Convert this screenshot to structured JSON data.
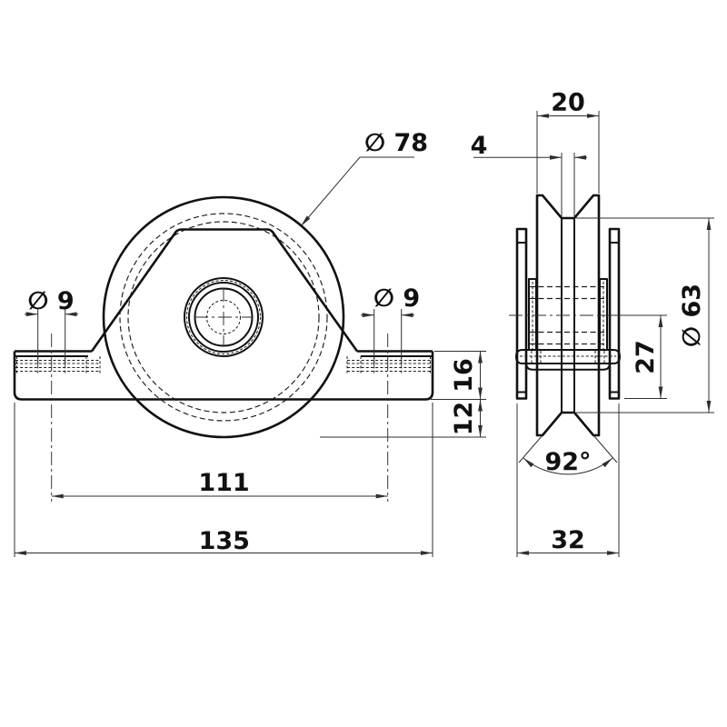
{
  "drawing": {
    "type": "technical-drawing",
    "subject": "V-groove gate wheel with interior support bracket, two orthographic views",
    "colors": {
      "line": "#111111",
      "dimension_line": "#2f2f2f",
      "background": "#ffffff"
    },
    "views": {
      "front": "front-view",
      "side": "side-view"
    },
    "dimensions": {
      "wheel_diameter": "∅ 78",
      "hole_diameter_left": "∅ 9",
      "hole_diameter_right": "∅ 9",
      "hole_spacing": "111",
      "plate_length": "135",
      "bracket_height": "16",
      "wheel_protrusion": "12",
      "wheel_width": "20",
      "groove_flat_width": "4",
      "groove_diameter": "∅ 63",
      "axle_to_base_height": "27",
      "groove_angle": "92°",
      "overall_width_side": "32"
    }
  }
}
